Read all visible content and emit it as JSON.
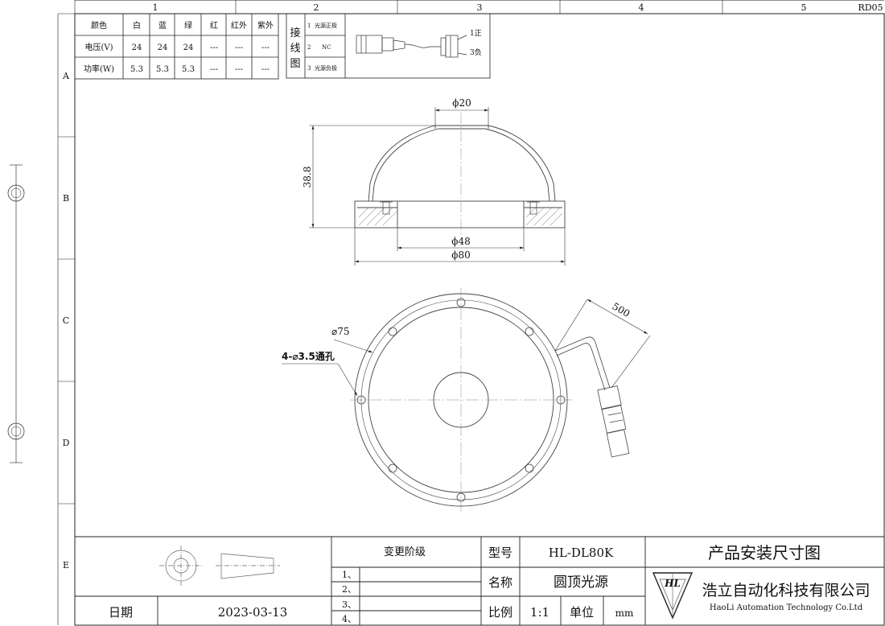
{
  "drawing_code": "RD05",
  "grid": {
    "columns": [
      "1",
      "2",
      "3",
      "4",
      "5"
    ],
    "rows": [
      "A",
      "B",
      "C",
      "D",
      "E"
    ]
  },
  "spec_table": {
    "headers": [
      "颜色",
      "白",
      "蓝",
      "绿",
      "红",
      "红外",
      "紫外"
    ],
    "rows": [
      [
        "电压(V)",
        "24",
        "24",
        "24",
        "---",
        "---",
        "---"
      ],
      [
        "功率(W)",
        "5.3",
        "5.3",
        "5.3",
        "---",
        "---",
        "---"
      ]
    ]
  },
  "wiring": {
    "title": "接线图",
    "pins": [
      {
        "num": "1",
        "label": "光源正极"
      },
      {
        "num": "2",
        "label": "NC"
      },
      {
        "num": "3",
        "label": "光源负极"
      }
    ],
    "connector_labels": [
      "1正",
      "3负"
    ]
  },
  "side_view": {
    "top_dia": "ϕ20",
    "height": "38.8",
    "inner_dia": "ϕ48",
    "outer_dia": "ϕ80"
  },
  "top_view": {
    "pcd": "⌀75",
    "holes": "4-⌀3.5通孔",
    "cable_length": "500"
  },
  "title_block": {
    "change_level": "变更阶级",
    "changes": [
      "1、",
      "2、",
      "3、",
      "4、"
    ],
    "date_label": "日期",
    "date": "2023-03-13",
    "model_label": "型号",
    "model": "HL-DL80K",
    "name_label": "名称",
    "name": "圆顶光源",
    "scale_label": "比例",
    "scale": "1:1",
    "unit_label": "单位",
    "unit": "mm",
    "drawing_title": "产品安装尺寸图",
    "company_cn": "浩立自动化科技有限公司",
    "company_en": "HaoLi Automation Technology Co.Ltd",
    "logo_text": "HL"
  }
}
